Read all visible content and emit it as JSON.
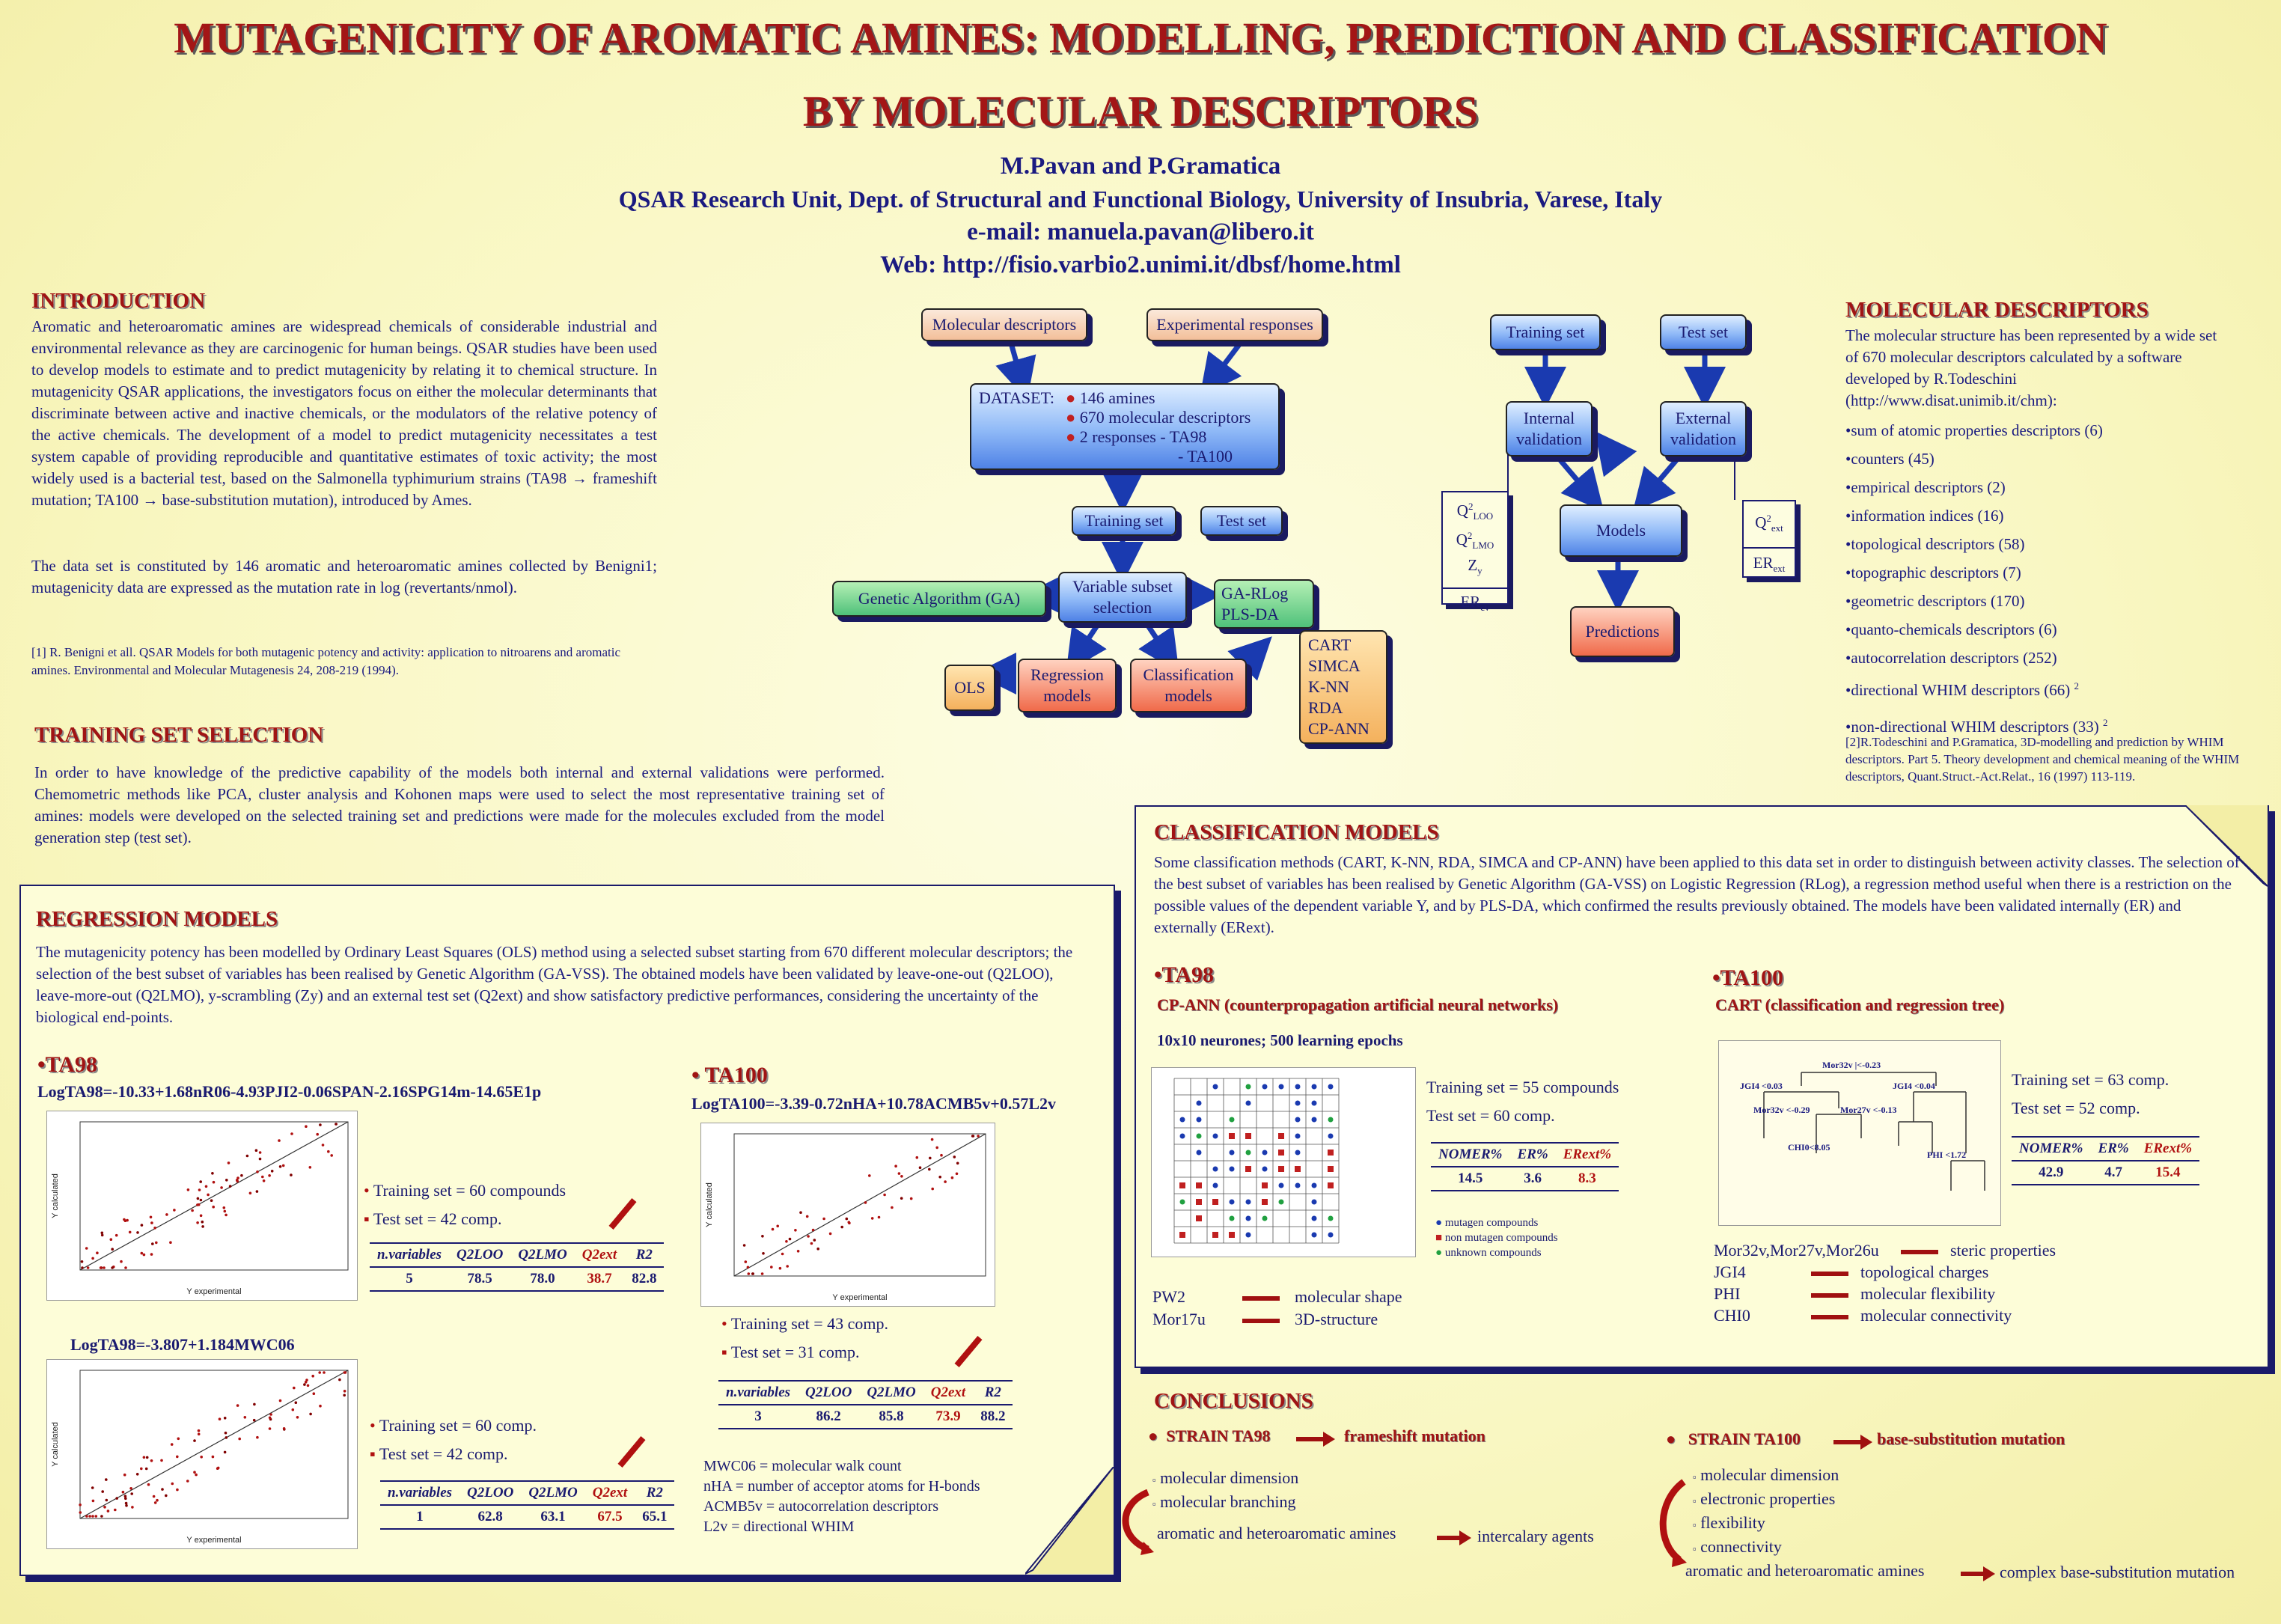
{
  "title_line1": "MUTAGENICITY OF AROMATIC AMINES: MODELLING, PREDICTION AND CLASSIFICATION",
  "title_line2": "BY MOLECULAR DESCRIPTORS",
  "authors": "M.Pavan and P.Gramatica",
  "affiliation": "QSAR Research Unit, Dept. of Structural and Functional Biology, University of Insubria, Varese, Italy",
  "email": "e-mail: manuela.pavan@libero.it",
  "web": "Web: http://fisio.varbio2.unimi.it/dbsf/home.html",
  "intro": {
    "heading": "INTRODUCTION",
    "p1": "Aromatic and heteroaromatic amines are widespread chemicals of considerable industrial and environmental relevance as they are carcinogenic for human beings. QSAR studies have been used to develop models to estimate and to predict mutagenicity by relating it to chemical structure. In mutagenicity QSAR applications, the investigators focus on either the molecular determinants that discriminate between active and inactive chemicals, or the modulators of the relative potency of the active chemicals. The development of a model to predict mutagenicity necessitates a test system capable of providing reproducible and quantitative estimates of toxic activity; the most widely used is a bacterial test, based on the Salmonella typhimurium strains (TA98 → frameshift mutation; TA100 → base-substitution mutation), introduced by Ames.",
    "p2": "The data set is constituted by 146 aromatic and heteroaromatic amines collected by Benigni1; mutagenicity data are expressed as the mutation rate in log (revertants/nmol).",
    "ref": "[1] R. Benigni et all. QSAR Models for both mutagenic potency and activity: application to nitroarens and aromatic amines. Environmental and Molecular Mutagenesis 24, 208-219 (1994)."
  },
  "flow": {
    "mol_desc": "Molecular descriptors",
    "exp_resp": "Experimental responses",
    "dataset_label": "DATASET:",
    "dataset_items": [
      "146 amines",
      "670 molecular descriptors",
      "2 responses  - TA98"
    ],
    "dataset_extra": "- TA100",
    "training": "Training set",
    "test": "Test set",
    "ga": "Genetic Algorithm (GA)",
    "vss1": "Variable subset",
    "vss2": "selection",
    "garlog1": "GA-RLog",
    "garlog2": "PLS-DA",
    "ols": "OLS",
    "regr1": "Regression",
    "regr2": "models",
    "class1": "Classification",
    "class2": "models",
    "methods": [
      "CART",
      "SIMCA",
      "K-NN",
      "RDA",
      "CP-ANN"
    ]
  },
  "valid": {
    "training": "Training set",
    "test": "Test set",
    "internal1": "Internal",
    "internal2": "validation",
    "external1": "External",
    "external2": "validation",
    "models": "Models",
    "predictions": "Predictions",
    "q2loo": "Q2LOO",
    "q2lmo": "Q2LMO",
    "zy": "Zy",
    "ercv": "ERcv",
    "q2ext": "Q2ext",
    "erext": "ERext"
  },
  "moldesc": {
    "heading": "MOLECULAR DESCRIPTORS",
    "intro": "The molecular structure has been represented by a wide set of 670 molecular descriptors calculated by a software developed by R.Todeschini (http://www.disat.unimib.it/chm):",
    "items": [
      "•sum of atomic properties descriptors    (6)",
      "•counters   (45)",
      "•empirical descriptors    (2)",
      "•information indices    (16)",
      "•topological descriptors    (58)",
      "•topographic descriptors    (7)",
      "•geometric descriptors    (170)",
      "•quanto-chemicals descriptors    (6)",
      "•autocorrelation descriptors    (252)",
      "•directional WHIM descriptors    (66)",
      "•non-directional WHIM descriptors    (33)"
    ],
    "sup": "2",
    "ref": "[2]R.Todeschini and P.Gramatica, 3D-modelling and prediction by WHIM descriptors. Part 5. Theory development and chemical meaning of the WHIM descriptors, Quant.Struct.-Act.Relat., 16 (1997) 113-119."
  },
  "training": {
    "heading": "TRAINING SET SELECTION",
    "text": "In order to have knowledge of the predictive capability of the models both internal and external validations were performed. Chemometric methods like PCA, cluster analysis and Kohonen maps were used to select the most representative training set of amines: models were developed on the selected training set and predictions were made for the molecules excluded from the model generation step (test set)."
  },
  "regression": {
    "heading": "REGRESSION MODELS",
    "text": "The mutagenicity potency has been modelled by Ordinary Least Squares (OLS) method using a selected subset starting from 670 different molecular descriptors; the selection of the best subset of variables has been realised by Genetic Algorithm (GA-VSS). The obtained models have been validated by leave-one-out (Q2LOO), leave-more-out (Q2LMO), y-scrambling (Zy) and an external test set (Q2ext) and show satisfactory predictive performances, considering the uncertainty of the biological end-points.",
    "ta98_head": "•TA98",
    "ta98_eq": "LogTA98=-10.33+1.68nR06-4.93PJI2-0.06SPAN-2.16SPG14m-14.65E1p",
    "ta98_train": "Training set = 60 compounds",
    "ta98_test": "Test set = 42 comp.",
    "ta98_table": {
      "headers": [
        "n.variables",
        "Q2LOO",
        "Q2LMO",
        "Q2ext",
        "R2"
      ],
      "row": [
        "5",
        "78.5",
        "78.0",
        "38.7",
        "82.8"
      ]
    },
    "ta98_eq2": "LogTA98=-3.807+1.184MWC06",
    "ta98_train2": "Training set = 60 comp.",
    "ta98_test2": "Test set = 42 comp.",
    "ta98_table2": {
      "headers": [
        "n.variables",
        "Q2LOO",
        "Q2LMO",
        "Q2ext",
        "R2"
      ],
      "row": [
        "1",
        "62.8",
        "63.1",
        "67.5",
        "65.1"
      ]
    },
    "ta100_head": "•  TA100",
    "ta100_eq": "LogTA100=-3.39-0.72nHA+10.78ACMB5v+0.57L2v",
    "ta100_train": "Training set  = 43 comp.",
    "ta100_test": "Test set  = 31 comp.",
    "ta100_table": {
      "headers": [
        "n.variables",
        "Q2LOO",
        "Q2LMO",
        "Q2ext",
        "R2"
      ],
      "row": [
        "3",
        "86.2",
        "85.8",
        "73.9",
        "88.2"
      ]
    },
    "legend": [
      "MWC06 = molecular walk count",
      "nHA = number of acceptor atoms for H-bonds",
      "ACMB5v = autocorrelation descriptors",
      "L2v = directional WHIM"
    ],
    "xlabel": "Y experimental",
    "ylabel": "Y calculated"
  },
  "classification": {
    "heading": "CLASSIFICATION  MODELS",
    "text": "Some classification methods (CART, K-NN, RDA, SIMCA and CP-ANN) have been applied to this data set in order to distinguish between activity classes. The selection of the best subset of variables has been realised by Genetic Algorithm (GA-VSS) on Logistic Regression (RLog), a regression method useful when there is a restriction on the possible values of the dependent variable Y, and by PLS-DA, which confirmed the results previously obtained. The models have been validated internally (ER) and externally (ERext).",
    "ta98_head": "•TA98",
    "ta98_sub": "CP-ANN (counterpropagation artificial neural networks)",
    "ta98_neurons": "10x10 neurones;  500 learning epochs",
    "ta98_train": "Training set = 55 compounds",
    "ta98_test": "Test set = 60 comp.",
    "ta98_table": {
      "headers": [
        "NOMER%",
        "ER%",
        "ERext%"
      ],
      "row": [
        "14.5",
        "3.6",
        "8.3"
      ]
    },
    "ta98_legend": [
      "mutagen compounds",
      "non mutagen compounds",
      "unknown compounds"
    ],
    "ta98_desc": [
      [
        "PW2",
        "molecular shape"
      ],
      [
        "Mor17u",
        "3D-structure"
      ]
    ],
    "ta100_head": "•TA100",
    "ta100_sub": "CART (classification and regression tree)",
    "ta100_train": "Training set = 63 comp.",
    "ta100_test": "Test set = 52 comp.",
    "ta100_table": {
      "headers": [
        "NOMER%",
        "ER%",
        "ERext%"
      ],
      "row": [
        "42.9",
        "4.7",
        "15.4"
      ]
    },
    "ta100_desc": [
      [
        "Mor32v,Mor27v,Mor26u",
        "steric properties"
      ],
      [
        "JGI4",
        "topological charges"
      ],
      [
        "PHI",
        "molecular flexibility"
      ],
      [
        "CHI0",
        "molecular connectivity"
      ]
    ],
    "tree_labels": [
      "Mor32v |<-0.23",
      "JGI4 <0.03",
      "JGI4 <0.04",
      "Mor32v <-0.29",
      "Mor27v <-0.13",
      "CHI0<8.05",
      "PHI <1.72"
    ]
  },
  "conclusions": {
    "heading": "CONCLUSIONS",
    "ta98_strain": "STRAIN  TA98",
    "ta98_mut": "frameshift mutation",
    "ta98_items": [
      "molecular dimension",
      "molecular branching"
    ],
    "ta98_amines": "aromatic and heteroaromatic amines",
    "ta98_result": "intercalary agents",
    "ta100_strain": "STRAIN TA100",
    "ta100_mut": "base-substitution mutation",
    "ta100_items": [
      "molecular dimension",
      "electronic properties",
      "flexibility",
      "connectivity"
    ],
    "ta100_amines": "aromatic and heteroaromatic amines",
    "ta100_result": "complex base-substitution mutation"
  },
  "colors": {
    "title": "#a31616",
    "text": "#1a1a80",
    "accent_red": "#b01010"
  }
}
